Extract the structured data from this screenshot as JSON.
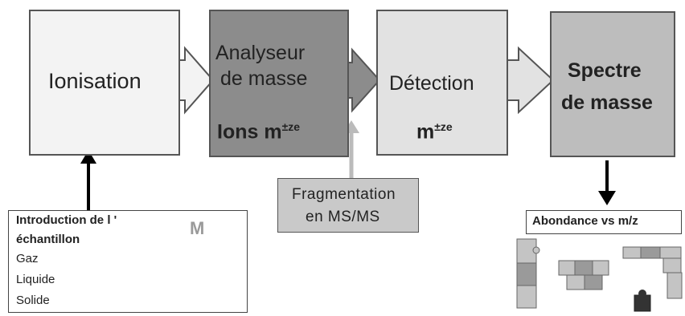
{
  "stages": {
    "ionisation": {
      "label": "Ionisation"
    },
    "analyseur": {
      "line1": "Analyseur",
      "line2": "de masse",
      "ions": "Ions m",
      "ions_sup": "±ze"
    },
    "detection": {
      "label": "Détection",
      "m": "m",
      "m_sup": "±ze"
    },
    "spectre": {
      "line1": "Spectre",
      "line2": "de masse"
    }
  },
  "fragmentation": {
    "line1": "Fragmentation",
    "line2": "en MS/MS"
  },
  "introduction": {
    "title1": "Introduction de l '",
    "title2": "échantillon",
    "items": [
      "Gaz",
      "Liquide",
      "Solide"
    ],
    "puzzle_label": "M"
  },
  "abondance": {
    "label": "Abondance vs m/z"
  },
  "colors": {
    "ionisation_fill": "#f3f3f3",
    "analyseur_fill": "#8c8c8c",
    "detection_fill": "#e2e2e2",
    "spectre_fill": "#bdbdbd",
    "fragmentation_fill": "#c9c9c9",
    "puzzle_light": "#c4c4c4",
    "puzzle_mid": "#9a9a9a",
    "puzzle_dark": "#333333"
  }
}
